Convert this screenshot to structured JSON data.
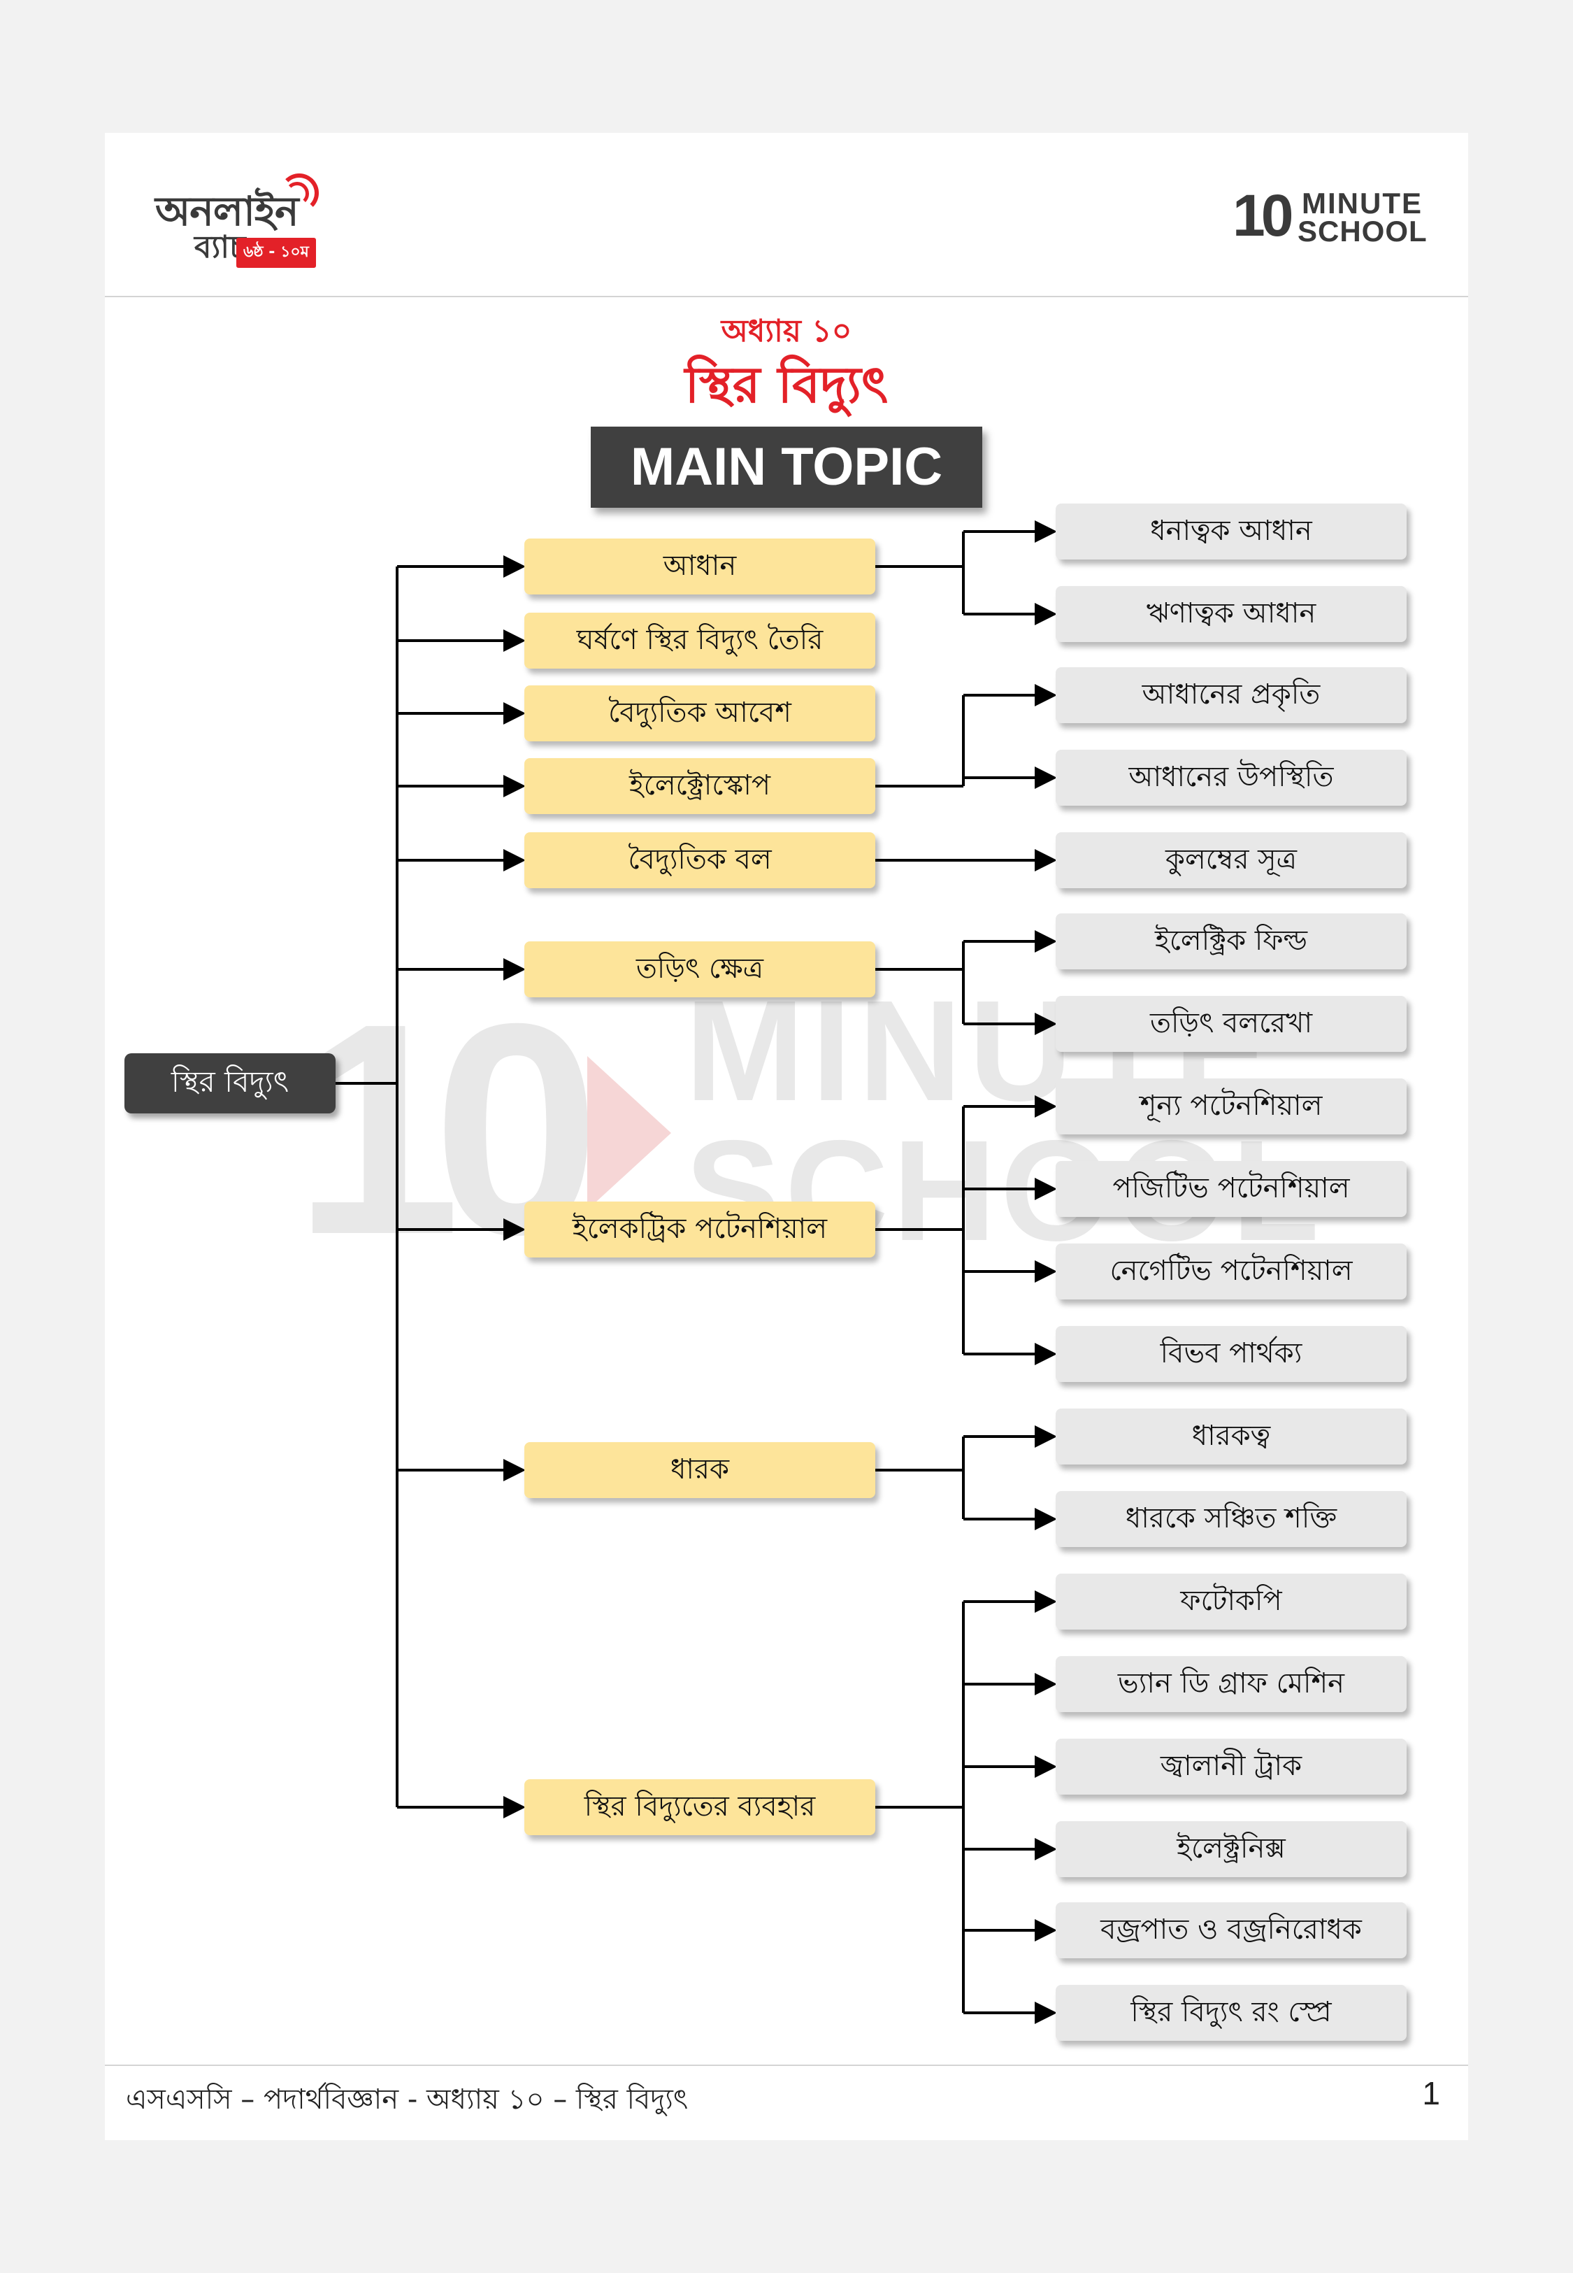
{
  "header": {
    "logo_main": "অনলাইন",
    "logo_sub": "ব্যাচ",
    "logo_badge": "৬ষ্ঠ - ১০ম",
    "brand_number": "10",
    "brand_line1": "MINUTE",
    "brand_line2": "SCHOOL"
  },
  "chapter_label": "অধ্যায় ১০",
  "chapter_title": "স্থির বিদ্যুৎ",
  "main_topic_label": "MAIN TOPIC",
  "watermark": {
    "number": "10",
    "line1": "MINUTE",
    "line2": "SCHOOL"
  },
  "mindmap": {
    "root": "স্থির বিদ্যুৎ",
    "topics": [
      {
        "label": "আধান",
        "subtopics": [
          "ধনাত্বক আধান",
          "ঋণাত্বক আধান"
        ]
      },
      {
        "label": "ঘর্ষণে স্থির বিদ্যুৎ তৈরি",
        "subtopics": []
      },
      {
        "label": "বৈদ্যুতিক আবেশ",
        "subtopics": []
      },
      {
        "label": "ইলেক্ট্রোস্কোপ",
        "subtopics": [
          "আধানের প্রকৃতি",
          "আধানের উপস্থিতি"
        ]
      },
      {
        "label": "বৈদ্যুতিক বল",
        "subtopics": [
          "কুলম্বের সূত্র"
        ]
      },
      {
        "label": "তড়িৎ ক্ষেত্র",
        "subtopics": [
          "ইলেক্ট্রিক ফিল্ড",
          "তড়িৎ বলরেখা"
        ]
      },
      {
        "label": "ইলেকট্রিক পটেনশিয়াল",
        "subtopics": [
          "শূন্য পটেনশিয়াল",
          "পজিটিভ পটেনশিয়াল",
          "নেগেটিভ পটেনশিয়াল",
          "বিভব পার্থক্য"
        ]
      },
      {
        "label": "ধারক",
        "subtopics": [
          "ধারকত্ব",
          "ধারকে সঞ্চিত শক্তি"
        ]
      },
      {
        "label": "স্থির বিদ্যুতের ব্যবহার",
        "subtopics": [
          "ফটোকপি",
          "ভ্যান ডি গ্রাফ মেশিন",
          "জ্বালানী ট্রাক",
          "ইলেক্ট্রনিক্স",
          "বজ্রপাত ও বজ্রনিরোধক",
          "স্থির বিদ্যুৎ রং স্প্রে"
        ]
      }
    ]
  },
  "footer": {
    "text": "এসএসসি – পদার্থবিজ্ঞান - অধ্যায় ১০ – স্থির বিদ্যুৎ",
    "page_number": "1"
  }
}
